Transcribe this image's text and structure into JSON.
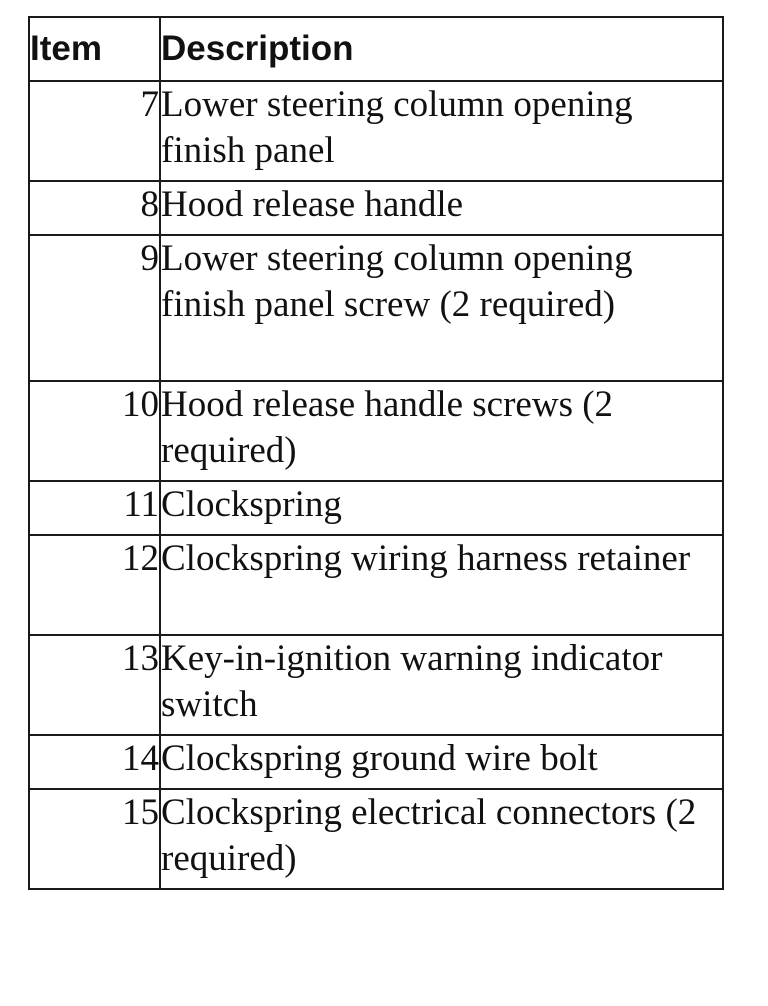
{
  "table": {
    "headers": {
      "item": "Item",
      "description": "Description"
    },
    "rows": [
      {
        "item": "7",
        "description": "Lower steering column opening finish panel"
      },
      {
        "item": "8",
        "description": "Hood release handle"
      },
      {
        "item": "9",
        "description": "Lower steering column opening finish panel screw (2 required)"
      },
      {
        "item": "10",
        "description": "Hood release handle screws (2 required)"
      },
      {
        "item": "11",
        "description": "Clockspring"
      },
      {
        "item": "12",
        "description": "Clockspring wiring harness retainer"
      },
      {
        "item": "13",
        "description": "Key-in-ignition warning indicator switch"
      },
      {
        "item": "14",
        "description": "Clockspring ground wire bolt"
      },
      {
        "item": "15",
        "description": "Clockspring electrical connectors (2 required)"
      }
    ]
  }
}
